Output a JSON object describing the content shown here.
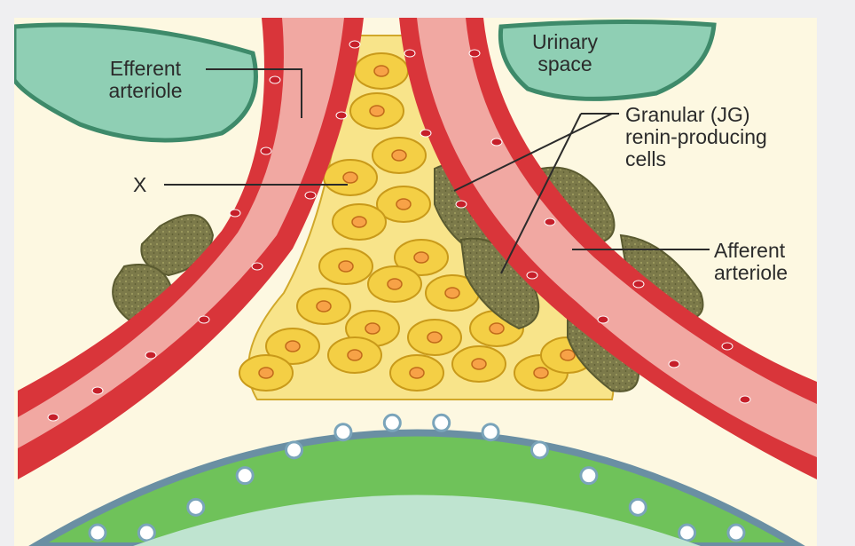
{
  "labels": {
    "efferent_line1": "Efferent",
    "efferent_line2": "arteriole",
    "urinary_line1": "Urinary",
    "urinary_line2": "space",
    "granular_line1": "Granular (JG)",
    "granular_line2": "renin-producing",
    "granular_line3": "cells",
    "x_label": "X",
    "afferent_line1": "Afferent",
    "afferent_line2": "arteriole"
  },
  "colors": {
    "background": "#fdf8e1",
    "frame": "#efeff1",
    "glomerulus_fill": "#8fcfb4",
    "glomerulus_border": "#3e8a6a",
    "vessel_wall": "#d9353a",
    "vessel_lumen": "#f1a8a2",
    "mesangial_cell": "#f4cf45",
    "mesangial_border": "#c99a1a",
    "granular_cell": "#7c7a4a",
    "tubule_cell": "#6fc25a",
    "tubule_membrane": "#6a8fa3",
    "tubule_lumen": "#bfe4d0"
  }
}
